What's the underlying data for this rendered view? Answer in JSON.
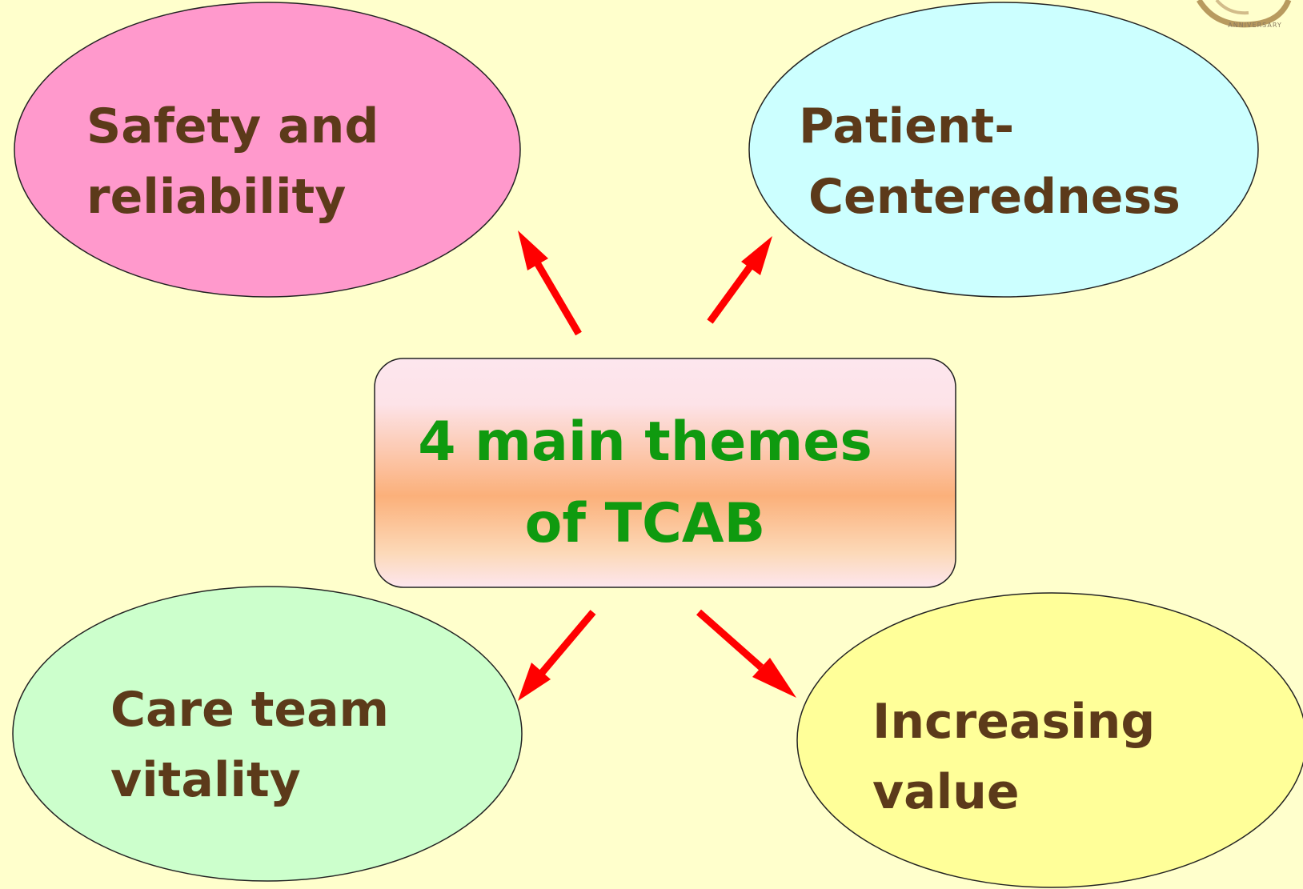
{
  "center": {
    "line1": "4 main themes",
    "line2": "of TCAB",
    "fill_top": "#FDE6EE",
    "fill_mid": "#FBB07A",
    "text_color": "#0F9A0F"
  },
  "nodes": {
    "safety": {
      "line1": "Safety and",
      "line2": "reliability",
      "fill": "#FF99CC"
    },
    "patient": {
      "line1": "Patient-",
      "line2": "Centeredness",
      "fill": "#CCFFFF"
    },
    "care_team": {
      "line1": "Care team",
      "line2": "vitality",
      "fill": "#CCFFCC"
    },
    "value": {
      "line1": "Increasing",
      "line2": "value",
      "fill": "#FFFF99"
    }
  },
  "arrow_color": "#FF0000",
  "logo": {
    "text": "ANNIVERSARY"
  }
}
